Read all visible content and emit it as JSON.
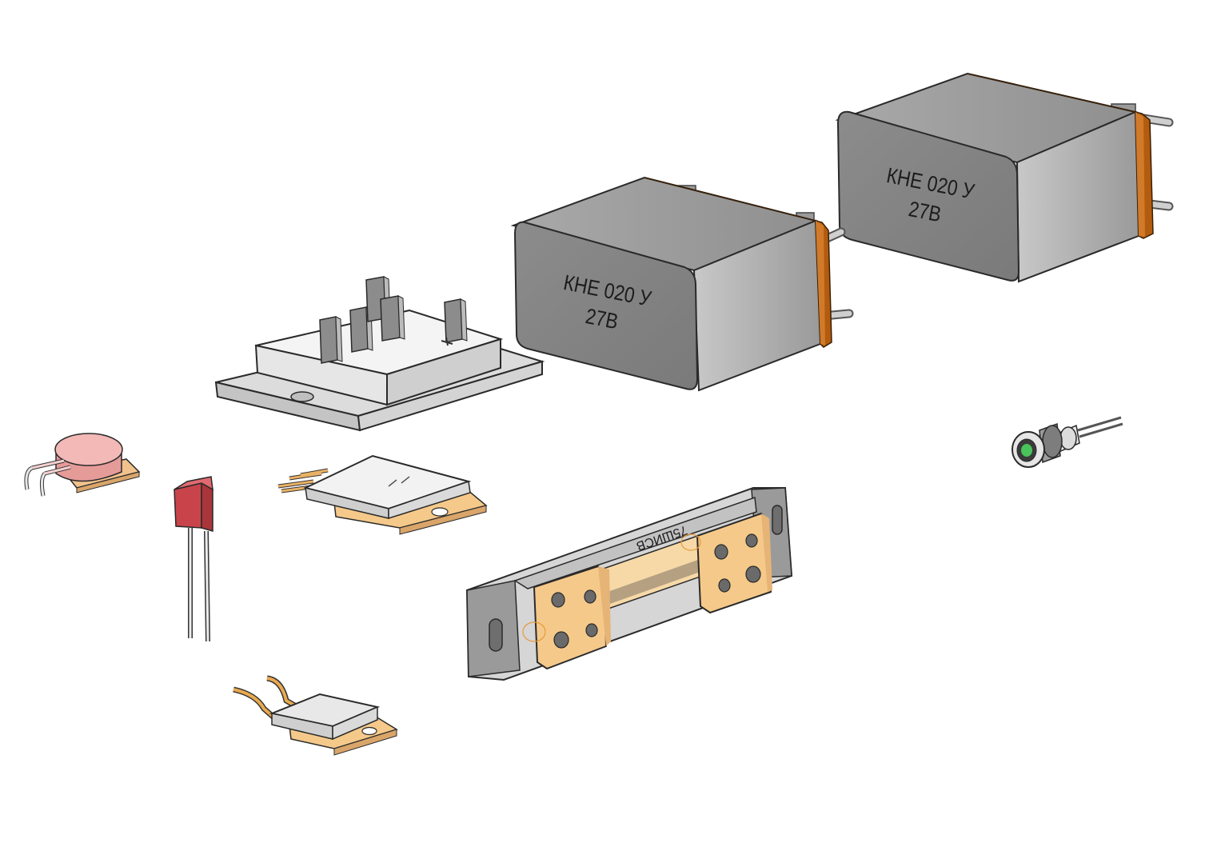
{
  "relay_left": {
    "line1": "КНЕ 020 У",
    "line2": "27В"
  },
  "relay_right": {
    "line1": "КНЕ 020 У",
    "line2": "27В"
  },
  "shunt": {
    "marking": "75ШИСВ"
  },
  "colors": {
    "relay_body": "#8a8a8a",
    "relay_band": "#b35c0f",
    "copper": "#f5c98a",
    "resistor_red": "#c9444a",
    "ring_pink": "#eea5a3",
    "housing_gray": "#bdbdbd"
  }
}
